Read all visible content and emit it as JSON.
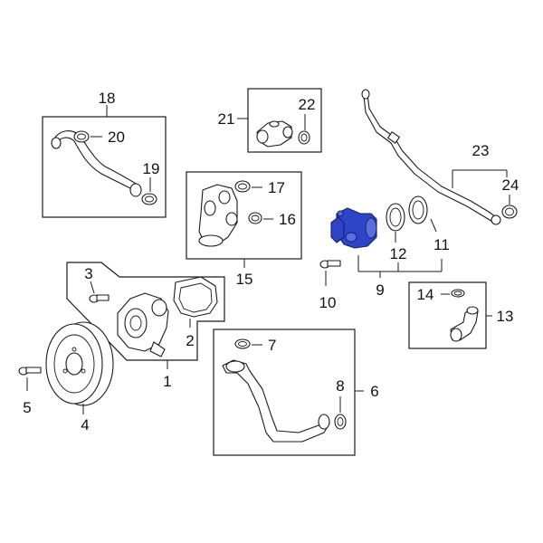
{
  "callouts": {
    "c1": "1",
    "c2": "2",
    "c3": "3",
    "c4": "4",
    "c5": "5",
    "c6": "6",
    "c7": "7",
    "c8": "8",
    "c9": "9",
    "c10": "10",
    "c11": "11",
    "c12": "12",
    "c13": "13",
    "c14": "14",
    "c15": "15",
    "c16": "16",
    "c17": "17",
    "c18": "18",
    "c19": "19",
    "c20": "20",
    "c21": "21",
    "c22": "22",
    "c23": "23",
    "c24": "24"
  },
  "colors": {
    "highlight": "#2f45c7",
    "line": "#1a1a1a",
    "background": "#ffffff"
  },
  "highlighted_part": "9"
}
